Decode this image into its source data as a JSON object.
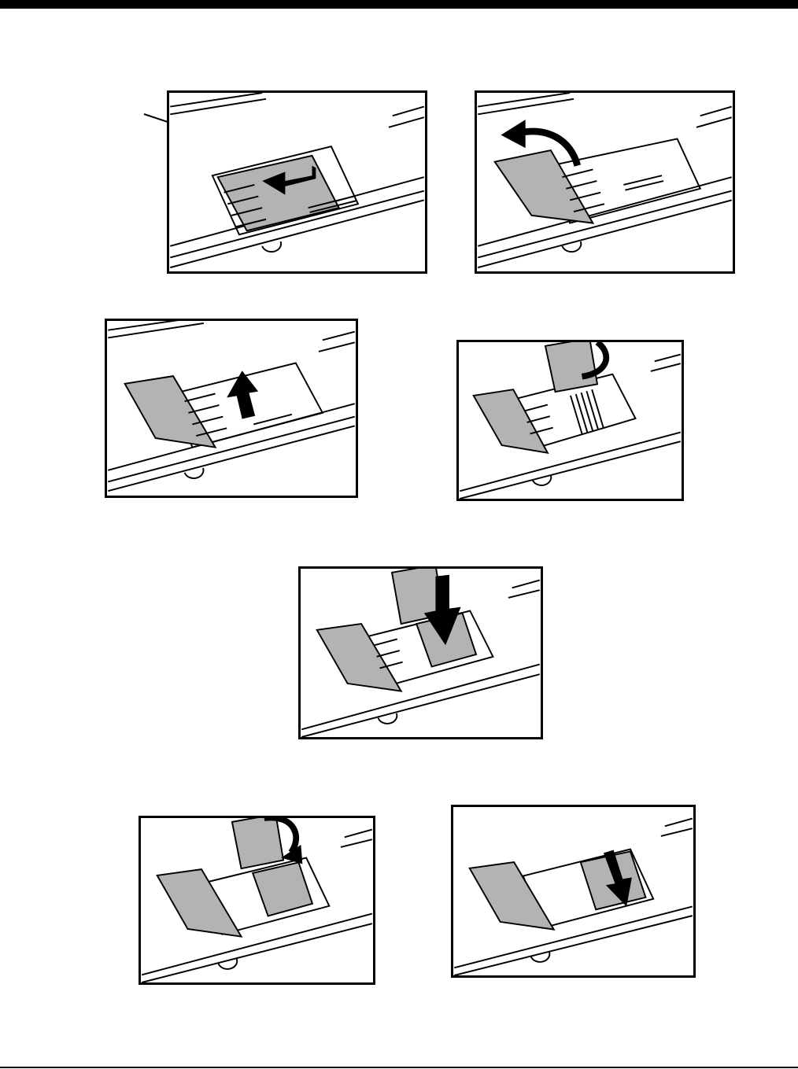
{
  "page": {
    "title": ""
  },
  "figures": [
    {
      "id": "step-1",
      "icon": "slide-door-left-arrow"
    },
    {
      "id": "step-2",
      "icon": "flip-door-open-arrow"
    },
    {
      "id": "step-3",
      "icon": "slide-holder-up-arrow"
    },
    {
      "id": "step-4",
      "icon": "lift-holder-arrow"
    },
    {
      "id": "step-5",
      "icon": "insert-card-down-arrow"
    },
    {
      "id": "step-6",
      "icon": "close-holder-arrow"
    },
    {
      "id": "step-7",
      "icon": "slide-holder-down-arrow"
    }
  ],
  "colors": {
    "line": "#000000",
    "fill": "#b3b3b3",
    "background": "#ffffff"
  }
}
